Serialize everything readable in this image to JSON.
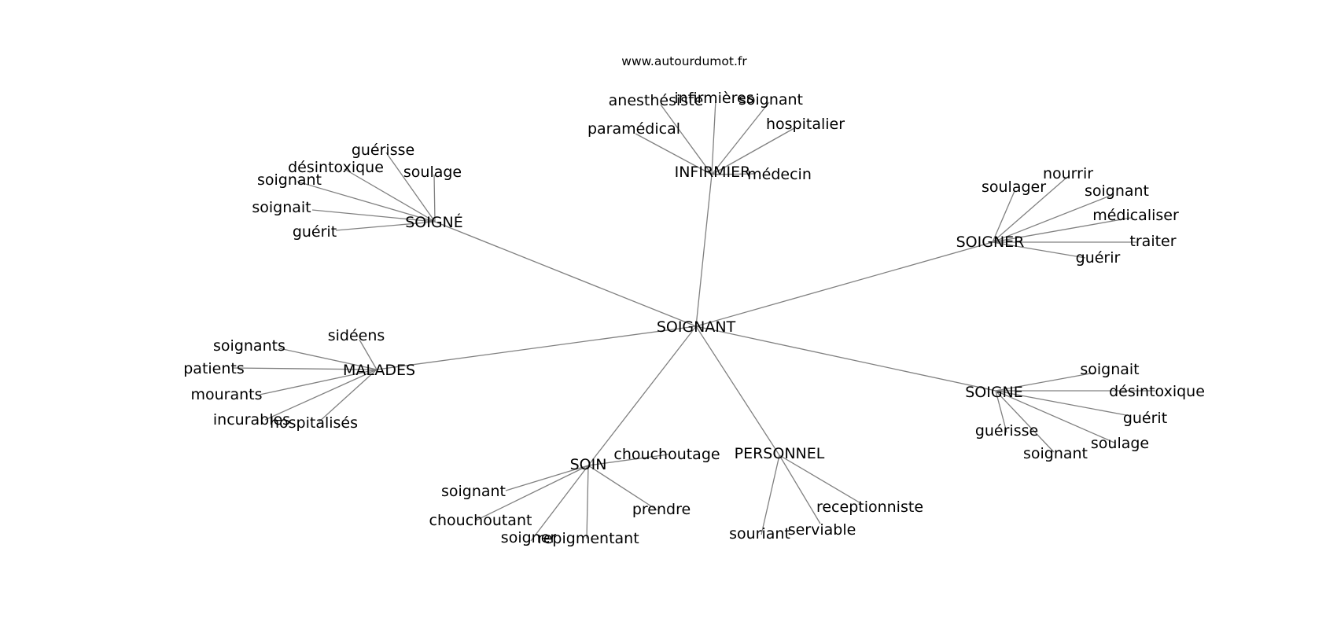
{
  "site": "www.autourdumot.fr",
  "center": "SOIGNANT",
  "groups": [
    {
      "hub": "INFIRMIER",
      "words": [
        "anesthésiste",
        "infirmières",
        "soignant",
        "hospitalier",
        "paramédical",
        "médecin"
      ]
    },
    {
      "hub": "SOIGNÉ",
      "words": [
        "guérisse",
        "désintoxique",
        "soignant",
        "soulage",
        "soignait",
        "guérit"
      ]
    },
    {
      "hub": "SOIGNER",
      "words": [
        "nourrir",
        "soulager",
        "soignant",
        "médicaliser",
        "traiter",
        "guérir"
      ]
    },
    {
      "hub": "MALADES",
      "words": [
        "sidéens",
        "soignants",
        "patients",
        "mourants",
        "incurables",
        "hospitalisés"
      ]
    },
    {
      "hub": "SOIGNE",
      "words": [
        "soignait",
        "désintoxique",
        "guérit",
        "soulage",
        "guérisse",
        "soignant"
      ]
    },
    {
      "hub": "SOIN",
      "words": [
        "chouchoutage",
        "soignant",
        "chouchoutant",
        "prendre",
        "soigner",
        "repigmentant"
      ]
    },
    {
      "hub": "PERSONNEL",
      "words": [
        "receptionniste",
        "serviable",
        "souriant"
      ]
    }
  ]
}
